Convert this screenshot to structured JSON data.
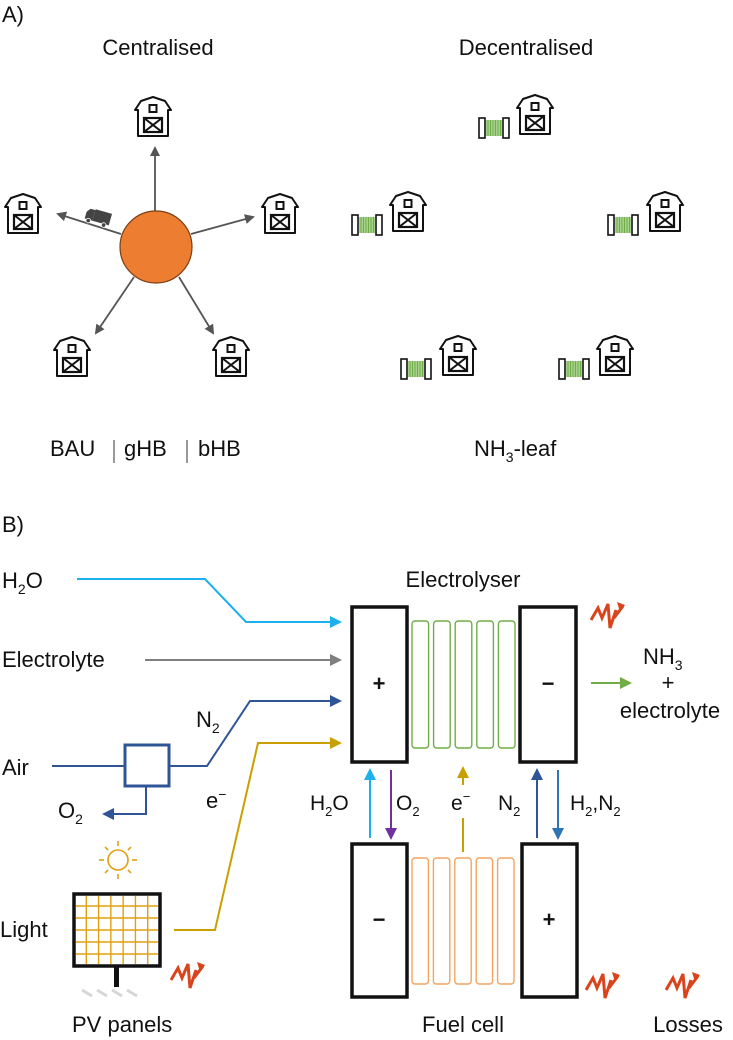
{
  "panel_a": {
    "label": "A)",
    "centralised": {
      "title": "Centralised",
      "caption_parts": [
        "BAU",
        "gHB",
        "bHB"
      ],
      "hub_color": "#ED7D31",
      "farm_count": 5,
      "transport_icon": "truck-icon"
    },
    "decentralised": {
      "title": "Decentralised",
      "caption_main": "NH",
      "caption_sub": "3",
      "caption_tail": "-leaf",
      "farm_count": 5,
      "device_icon": "nh3-leaf-device-icon"
    }
  },
  "panel_b": {
    "label": "B)",
    "inputs": {
      "h2o": {
        "main": "H",
        "sub": "2",
        "tail": "O",
        "color": "#1CB0EC"
      },
      "electrolyte": {
        "text": "Electrolyte",
        "color": "#7F7F7F"
      },
      "n2": {
        "main": "N",
        "sub": "2",
        "color": "#2F5597"
      },
      "air": {
        "text": "Air"
      },
      "o2": {
        "main": "O",
        "sub": "2"
      },
      "electron": {
        "main": "e",
        "sup": "−",
        "color": "#C9A000"
      },
      "light": {
        "text": "Light"
      }
    },
    "electrolyser": {
      "title": "Electrolyser",
      "left_sign": "+",
      "right_sign": "−",
      "cell_color": "#70AD47",
      "cell_count": 5
    },
    "output": {
      "line1_main": "NH",
      "line1_sub": "3",
      "line2": "+",
      "line3": "electrolyte",
      "arrow_color": "#70AD47"
    },
    "exchange": {
      "h2o": {
        "main": "H",
        "sub": "2",
        "tail": "O"
      },
      "o2": {
        "main": "O",
        "sub": "2",
        "color": "#7030A0"
      },
      "e": {
        "main": "e",
        "sup": "−"
      },
      "n2": {
        "main": "N",
        "sub": "2"
      },
      "h2n2": {
        "a": "H",
        "a_sub": "2",
        "sep": ",",
        "b": "N",
        "b_sub": "2",
        "color": "#2E75B6"
      }
    },
    "fuel_cell": {
      "title": "Fuel cell",
      "left_sign": "−",
      "right_sign": "+",
      "cell_color": "#F4A460",
      "cell_count": 5
    },
    "pv": {
      "title": "PV panels",
      "grid_color": "#E0A010"
    },
    "losses": {
      "title": "Losses",
      "color": "#D9441C"
    }
  }
}
